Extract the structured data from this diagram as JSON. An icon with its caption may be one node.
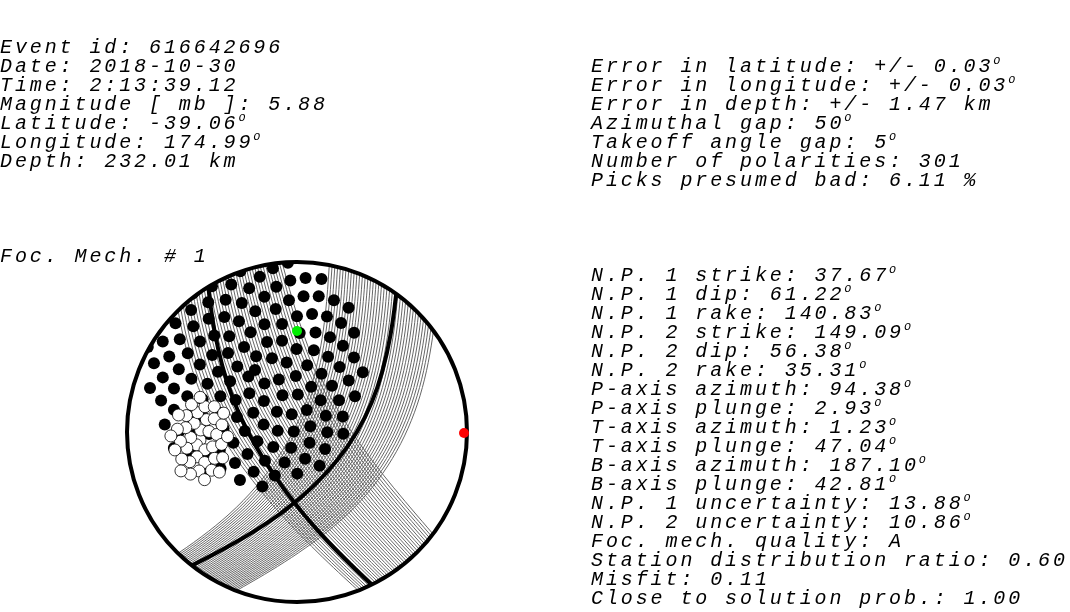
{
  "diagram": {
    "labels": [
      "Event id: 616642696",
      "Date: 2018-10-30",
      "Time: 2:13:39.12",
      "Magnitude [ mb ]: 5.88",
      "Latitude: -39.06$^{o}$",
      "Longitude: 174.99$^{o}$",
      "Depth: 232.01 km",
      "Error in latitude: +/- 0.03$^{o}$",
      "Error in longitude: +/- 0.03$^{o}$",
      "Error in depth: +/- 1.47 km",
      "Azimuthal gap: 50$^{o}$",
      "Takeoff angle gap: 5$^{o}$",
      "Number of polarities: 301",
      "Picks presumed bad: 6.11 %",
      "Foc. Mech. # 1",
      "N.P. 1 strike: 37.67$^{o}$",
      "N.P. 1 dip: 61.22$^{o}$",
      "N.P. 1 rake: 140.83$^{o}$",
      "N.P. 2 strike: 149.09$^{o}$",
      "N.P. 2 dip: 56.38$^{o}$",
      "N.P. 2 rake: 35.31$^{o}$",
      "P-axis azimuth: 94.38$^{o}$",
      "P-axis plunge: 2.93$^{o}$",
      "T-axis azimuth: 1.23$^{o}$",
      "T-axis plunge: 47.04$^{o}$",
      "B-axis azimuth: 187.10$^{o}$",
      "B-axis plunge: 42.81$^{o}$",
      "N.P. 1 uncertainty: 13.88$^{o}$",
      "N.P. 2 uncertainty: 10.86$^{o}$",
      "Foc. mech. quality: A",
      "Station distribution ratio: 0.60",
      "Misfit: 0.11",
      "Close to solution prob.: 1.00"
    ]
  }
}
